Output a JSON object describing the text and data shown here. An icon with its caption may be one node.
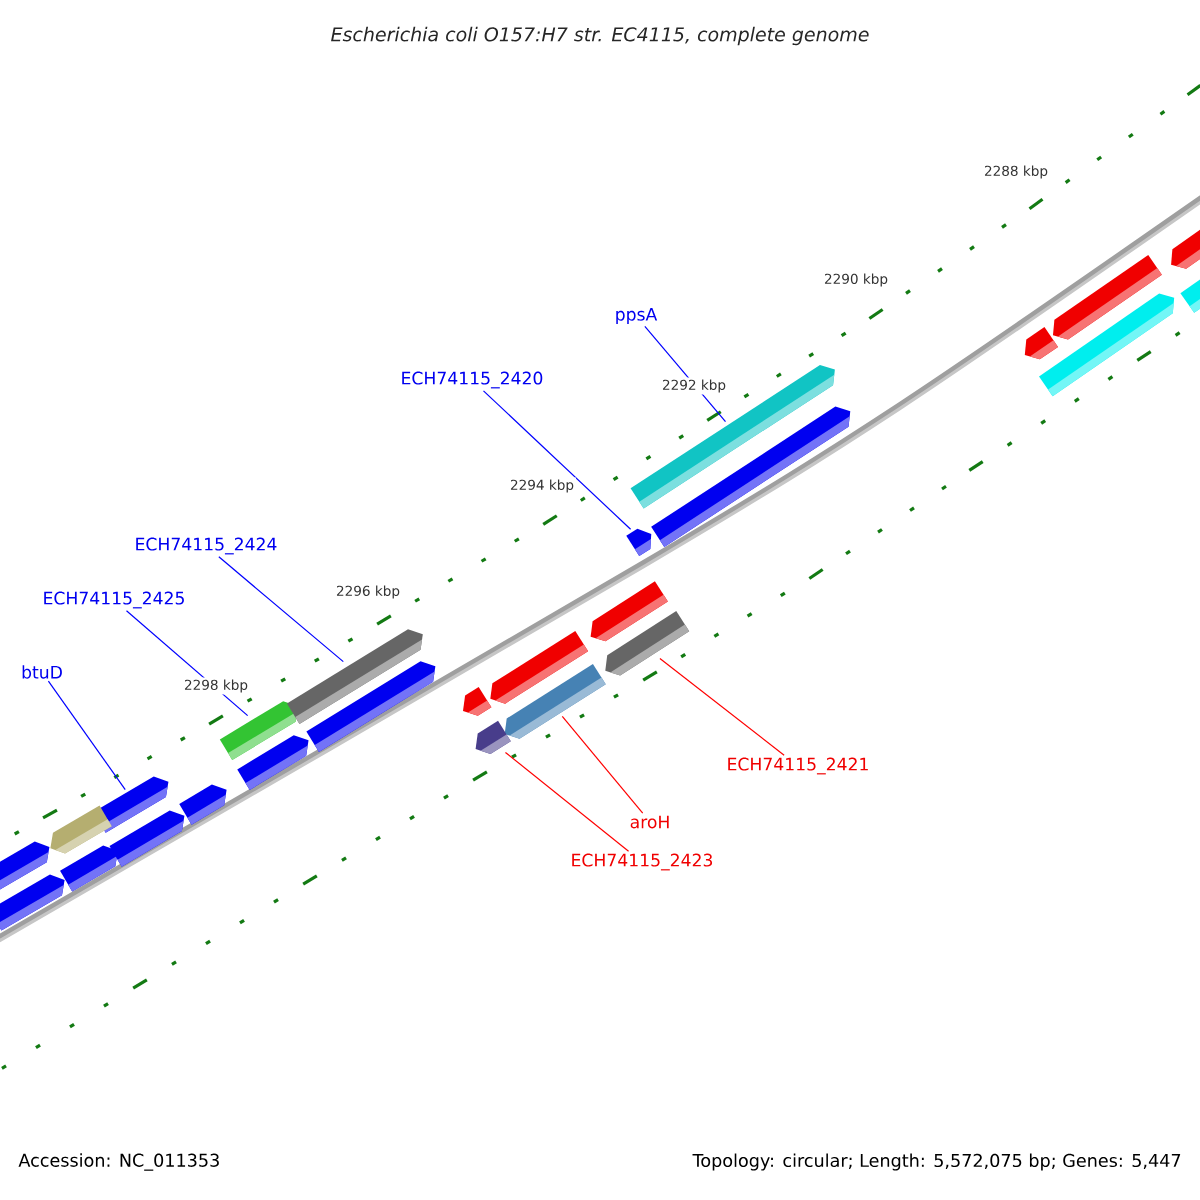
{
  "diagram": {
    "title": "Escherichia coli O157:H7 str. EC4115, complete genome",
    "nodes": [
      {
        "text": [
          "btuD"
        ]
      },
      {
        "text": [
          "ECH74115_2425"
        ]
      },
      {
        "text": [
          "ECH74115_2424"
        ]
      },
      {
        "text": [
          "ECH74115_2420"
        ]
      },
      {
        "text": [
          "ppsA"
        ]
      },
      {
        "text": [
          "ECH74115_2421"
        ]
      },
      {
        "text": [
          "aroH"
        ]
      },
      {
        "text": [
          "ECH74115_2423"
        ]
      },
      {
        "text": [],
        "shape": "bar"
      },
      {
        "text": [],
        "shape": "bar"
      },
      {
        "text": [],
        "shape": "bar"
      },
      {
        "text": [],
        "shape": "bar"
      },
      {
        "text": [],
        "shape": "bar"
      },
      {
        "text": [],
        "shape": "bar"
      },
      {
        "text": [],
        "shape": "bar"
      },
      {
        "text": [],
        "shape": "bar"
      },
      {
        "text": [],
        "shape": "bar"
      },
      {
        "text": [],
        "shape": "bar"
      },
      {
        "text": [],
        "shape": "bar"
      },
      {
        "text": [],
        "shape": "bar"
      },
      {
        "text": [],
        "shape": "bar"
      },
      {
        "text": [],
        "shape": "bar"
      },
      {
        "text": [],
        "shape": "bar"
      },
      {
        "text": [],
        "shape": "bar"
      },
      {
        "text": [],
        "shape": "bar"
      },
      {
        "text": [],
        "shape": "bar"
      },
      {
        "text": [],
        "shape": "bar"
      },
      {
        "text": [],
        "shape": "bar"
      },
      {
        "text": [],
        "shape": "bar"
      },
      {
        "text": [],
        "shape": "bar"
      },
      {
        "text": [],
        "shape": "bar"
      },
      {
        "text": [],
        "shape": "bar"
      },
      {
        "text": [],
        "shape": "bar"
      }
    ],
    "edges": [
      {
        "from": 0,
        "to": 8,
        "arrow": "none",
        "color": "#0000ff"
      },
      {
        "from": 1,
        "to": 9,
        "arrow": "none",
        "color": "#0000ff"
      },
      {
        "from": 2,
        "to": 10,
        "arrow": "none",
        "color": "#0000ff"
      },
      {
        "from": 3,
        "to": 11,
        "arrow": "none",
        "color": "#0000ff"
      },
      {
        "from": 4,
        "to": 12,
        "arrow": "none",
        "color": "#0000ff"
      },
      {
        "from": 5,
        "to": 13,
        "arrow": "none",
        "color": "#ff0000"
      },
      {
        "from": 6,
        "to": 14,
        "arrow": "none",
        "color": "#ff0000"
      },
      {
        "from": 7,
        "to": 15,
        "arrow": "none",
        "color": "#ff0000"
      }
    ],
    "labels": [
      "2288 kbp",
      "2290 kbp",
      "2292 kbp",
      "2294 kbp",
      "2296 kbp",
      "2298 kbp",
      "Accession: NC_011353",
      "Topology: circular; Length: 5,572,075 bp; Genes: 5,447"
    ]
  }
}
